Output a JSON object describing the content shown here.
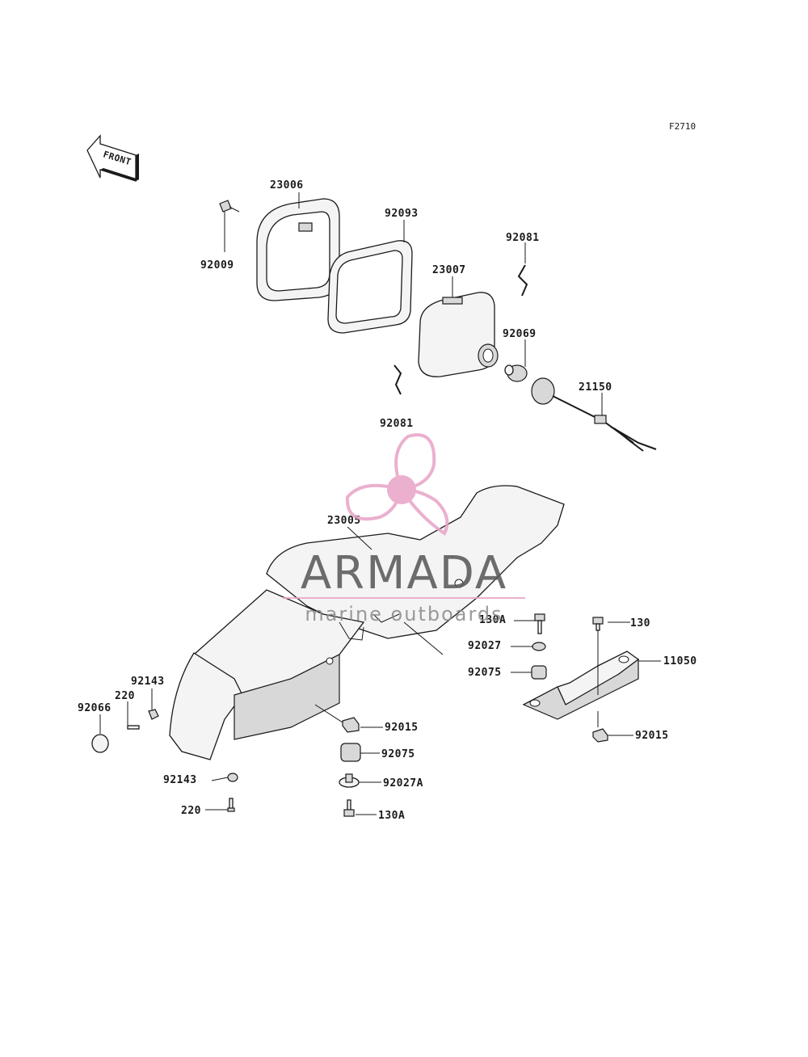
{
  "figure_code": "F2710",
  "front_arrow_label": "FRONT",
  "watermark": {
    "brand": "ARMADA",
    "tagline": "marine outboards",
    "brand_color": "#555555",
    "accent_color": "#e8a3c6"
  },
  "callouts": {
    "c23006": "23006",
    "c92009": "92009",
    "c92093": "92093",
    "c92081_top": "92081",
    "c23007": "23007",
    "c92069": "92069",
    "c21150": "21150",
    "c92081_bottom": "92081",
    "c23005": "23005",
    "c130A_top": "130A",
    "c130": "130",
    "c92027": "92027",
    "c11050": "11050",
    "c92075_right": "92075",
    "c92143_top": "92143",
    "c220_top": "220",
    "c92066": "92066",
    "c92015_mid": "92015",
    "c92015_right": "92015",
    "c92075_bottom": "92075",
    "c92027A": "92027A",
    "c92143_bottom": "92143",
    "c220_bottom": "220",
    "c130A_bottom": "130A"
  }
}
